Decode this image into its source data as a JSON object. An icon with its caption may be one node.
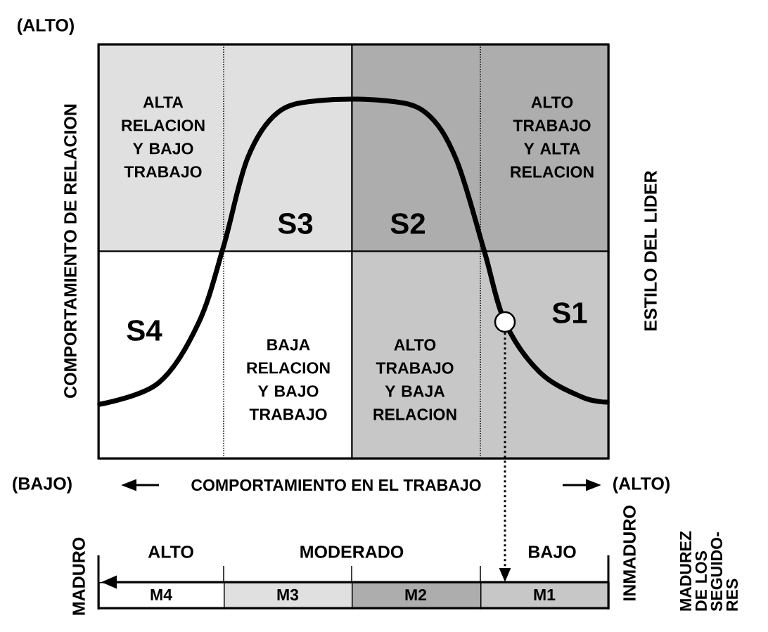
{
  "diagram": {
    "nodes": [
      {
        "text": [
          "ALTA RELACION Y BAJO TRABAJO",
          "S3"
        ]
      },
      {
        "text": [
          "S2",
          "ALTO TRABAJO Y ALTA RELACION"
        ]
      },
      {
        "text": [
          "S4",
          "BAJA RELACION Y BAJO TRABAJO"
        ]
      },
      {
        "text": [
          "ALTO TRABAJO Y BAJA RELACION",
          "S1"
        ]
      },
      {
        "text": [],
        "shape": "circle",
        "in": 3
      },
      {
        "text": [
          "M4"
        ]
      },
      {
        "text": [
          "M3"
        ]
      },
      {
        "text": [
          "M2"
        ]
      },
      {
        "text": [
          "M1"
        ]
      }
    ],
    "edges": [
      {
        "from": 4,
        "to": 8,
        "arrow": "to",
        "style": "dashed"
      }
    ],
    "labels": [
      "(ALTO)",
      "COMPORTAMIENTO DE RELACION",
      "ESTILO DEL LIDER",
      "(BAJO)",
      "COMPORTAMIENTO EN EL TRABAJO",
      "(ALTO)",
      "MADURO",
      "ALTO",
      "MODERADO",
      "BAJO",
      "INMADURO",
      "MADUREZ DE LOS SEGUIDO-RES"
    ]
  }
}
